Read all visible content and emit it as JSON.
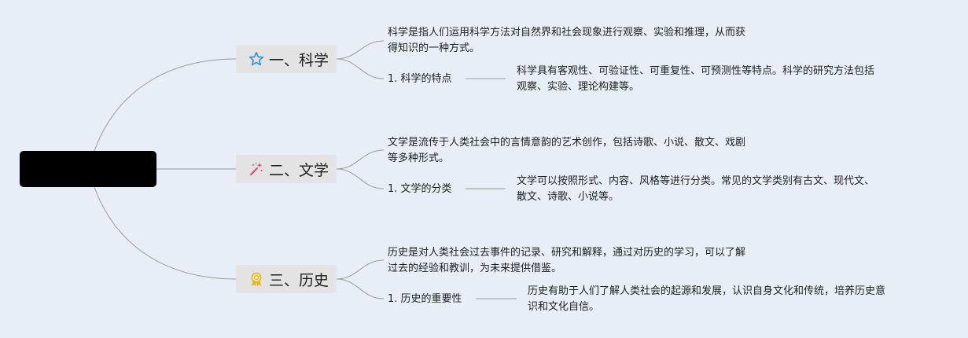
{
  "root": {
    "label": ""
  },
  "branches": [
    {
      "title": "一、科学",
      "icon": "star-icon",
      "description": "科学是指人们运用科学方法对自然界和社会现象进行观察、实验和推理，从而获\n得知识的一种方式。",
      "sub_label": "1. 科学的特点",
      "sub_text": "科学具有客观性、可验证性、可重复性、可预测性等特点。科学的研究方法包括\n观察、实验、理论构建等。"
    },
    {
      "title": "二、文学",
      "icon": "magic-wand-icon",
      "description": "文学是流传于人类社会中的言情意韵的艺术创作，包括诗歌、小说、散文、戏剧\n等多种形式。",
      "sub_label": "1. 文学的分类",
      "sub_text": "文学可以按照形式、内容、风格等进行分类。常见的文学类别有古文、现代文、\n散文、诗歌、小说等。"
    },
    {
      "title": "三、历史",
      "icon": "medal-icon",
      "description": "历史是对人类社会过去事件的记录、研究和解释，通过对历史的学习，可以了解\n过去的经验和教训，为未来提供借鉴。",
      "sub_label": "1. 历史的重要性",
      "sub_text": "历史有助于人们了解人类社会的起源和发展，认识自身文化和传统，培养历史意\n识和文化自信。"
    }
  ],
  "colors": {
    "background": "#e7eef7",
    "connector": "#9a9a9a",
    "node_fill": "#e3e3e3",
    "root_fill": "#000000",
    "star": "#2f8fd8",
    "wand": "#e0457b",
    "medal": "#e7b21b"
  }
}
